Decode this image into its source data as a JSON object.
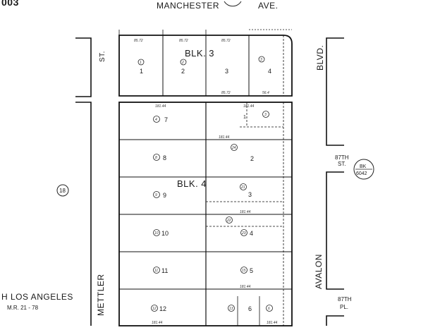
{
  "map": {
    "top_left_fragment": "003",
    "streets": {
      "manchester": "MANCHESTER",
      "manchester_ave": "AVE.",
      "mettler": "METTLER",
      "mettler_st": "ST.",
      "avalon": "AVALON",
      "avalon_blvd": "BLVD.",
      "st_87th": "87TH",
      "st_87th_suffix": "ST.",
      "pl_87th": "87TH",
      "pl_87th_suffix": "PL."
    },
    "block3": {
      "label": "BLK. 3",
      "lots": [
        "1",
        "2",
        "3",
        "4"
      ],
      "parcels": [
        "1",
        "2",
        "3"
      ],
      "dims": [
        "85.72",
        "85.72",
        "85.72",
        "85.72",
        "56.4"
      ]
    },
    "block4": {
      "label": "BLK. 4",
      "parcels_left": [
        "4",
        "8",
        "9",
        "10",
        "11",
        "12"
      ],
      "lots_left": [
        "7",
        "8",
        "9",
        "10",
        "11",
        "12"
      ],
      "lots_right": [
        "1",
        "2",
        "3",
        "4",
        "5",
        "6"
      ],
      "parcels_right": [
        "3",
        "24",
        "21",
        "22",
        "23",
        "15",
        "13",
        "6"
      ],
      "dims": [
        "181.44",
        "181.44",
        "181.44",
        "181.44",
        "181.44",
        "181.44",
        "181.44"
      ]
    },
    "neighbor_parcel": "18",
    "bk_badge": {
      "top": "BK",
      "bottom": "6042"
    },
    "tract": {
      "name": "H LOS ANGELES",
      "ref": "M.R. 21 - 78"
    }
  }
}
